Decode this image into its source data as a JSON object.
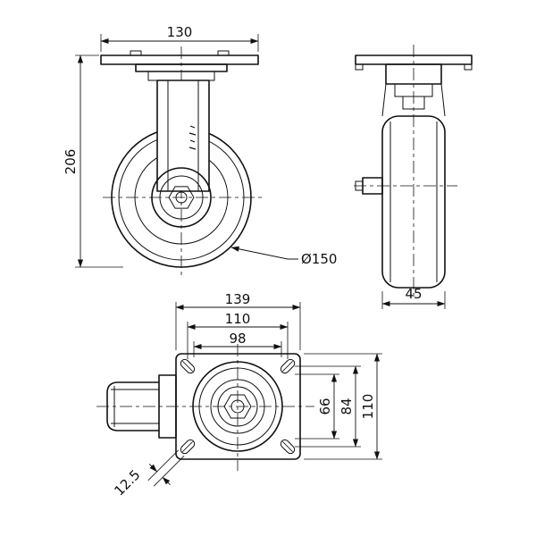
{
  "drawing": {
    "dims": {
      "front_width": "130",
      "front_height": "206",
      "wheel_diameter": "Ø150",
      "wheel_width": "45",
      "plate_length": "139",
      "bolt_spacing_length": "110",
      "bolt_spacing_inner_length": "98",
      "bolt_spacing_inner_width": "66",
      "bolt_spacing_width": "84",
      "plate_width": "110",
      "slot_width": "12.5"
    },
    "colors": {
      "line": "#111111",
      "background": "#ffffff"
    }
  }
}
